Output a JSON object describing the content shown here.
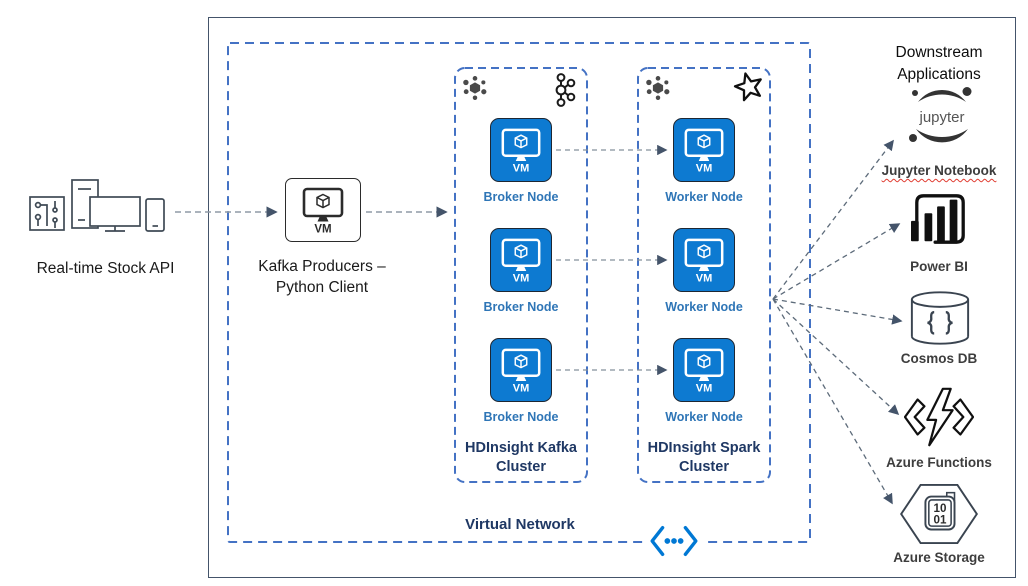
{
  "vm_label": "VM",
  "source": {
    "label": "Real-time Stock API"
  },
  "producer": {
    "label_line1": "Kafka Producers –",
    "label_line2": "Python Client"
  },
  "kafka_cluster": {
    "title_line1": "HDInsight Kafka",
    "title_line2": "Cluster",
    "header_icons": [
      "hdinsight-icon",
      "kafka-icon"
    ],
    "nodes": [
      "Broker Node",
      "Broker Node",
      "Broker Node"
    ]
  },
  "spark_cluster": {
    "title_line1": "HDInsight Spark",
    "title_line2": "Cluster",
    "header_icons": [
      "hdinsight-icon",
      "spark-icon"
    ],
    "nodes": [
      "Worker Node",
      "Worker Node",
      "Worker Node"
    ]
  },
  "virtual_network": {
    "label": "Virtual Network",
    "icon": "virtual-network-icon"
  },
  "downstream": {
    "title_line1": "Downstream",
    "title_line2": "Applications",
    "items": [
      {
        "label": "Jupyter Notebook",
        "icon": "jupyter-logo-icon",
        "logo_text": "jupyter",
        "spell_underline": true
      },
      {
        "label": "Power BI",
        "icon": "power-bi-icon"
      },
      {
        "label": "Cosmos DB",
        "icon": "cosmos-db-icon"
      },
      {
        "label": "Azure Functions",
        "icon": "azure-functions-icon"
      },
      {
        "label": "Azure Storage",
        "icon": "azure-storage-icon",
        "icon_text_line1": "10",
        "icon_text_line2": "01"
      }
    ]
  },
  "colors": {
    "node_fill": "#0d7ad1",
    "cluster_dash_blue": "#4472c4",
    "node_label_blue": "#2e75b6",
    "cluster_title_navy": "#1f3864",
    "outer_border": "#44546a",
    "arrow_head": "#44546a",
    "vnet_icon_blue": "#0078d4"
  }
}
